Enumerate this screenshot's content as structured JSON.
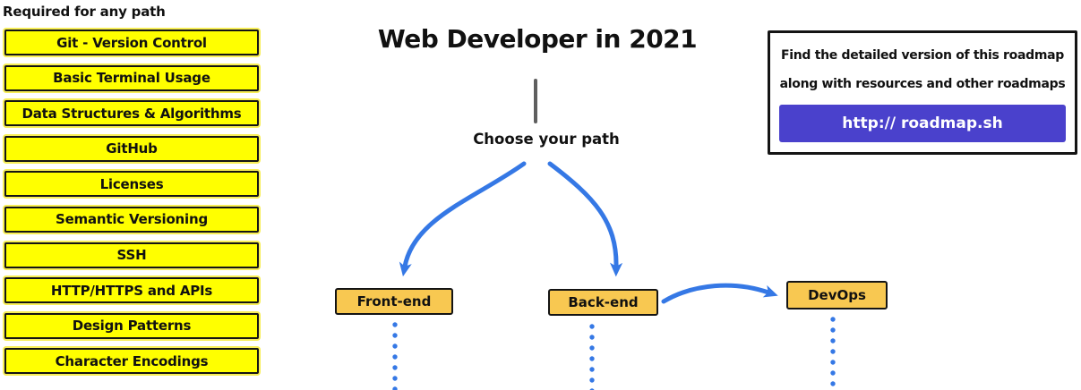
{
  "colors": {
    "yellow": "#ffff00",
    "yellow_halo": "#f7ee56",
    "orange": "#f8c851",
    "blue": "#3578e5",
    "purple": "#4a41cc",
    "line_gray": "#5f5f5f",
    "ink": "#141414"
  },
  "left_panel": {
    "heading": "Required for any path",
    "items": [
      "Git - Version Control",
      "Basic Terminal Usage",
      "Data Structures & Algorithms",
      "GitHub",
      "Licenses",
      "Semantic Versioning",
      "SSH",
      "HTTP/HTTPS and APIs",
      "Design Patterns",
      "Character Encodings"
    ]
  },
  "center": {
    "title": "Web Developer in 2021",
    "choose_label": "Choose your path",
    "paths": {
      "frontend": "Front-end",
      "backend": "Back-end",
      "devops": "DevOps"
    }
  },
  "info_box": {
    "line1": "Find the detailed version of this roadmap",
    "line2": "along with resources and other roadmaps",
    "button_label": "http:// roadmap.sh"
  }
}
